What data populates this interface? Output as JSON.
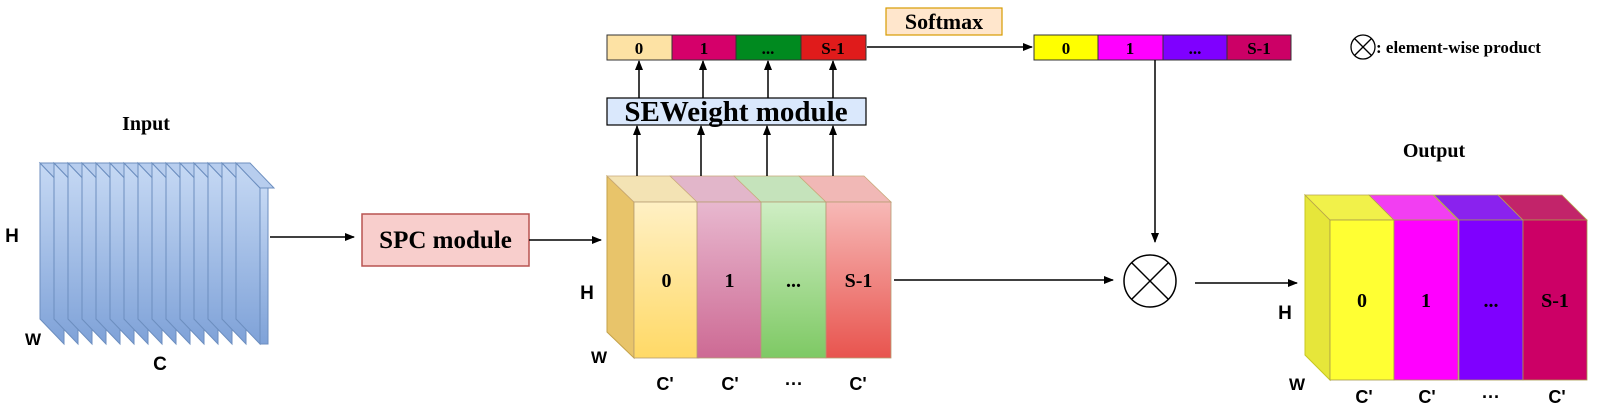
{
  "input": {
    "title": "Input",
    "h_label": "H",
    "w_label": "W",
    "c_label": "C"
  },
  "spc_module": {
    "label": "SPC module"
  },
  "split": {
    "h_label": "H",
    "w_label": "W",
    "groups": [
      {
        "label": "0",
        "c_label": "C'"
      },
      {
        "label": "1",
        "c_label": "C'"
      },
      {
        "label": "...",
        "c_label": "···"
      },
      {
        "label": "S-1",
        "c_label": "C'"
      }
    ]
  },
  "seweight_module": {
    "label": "SEWeight module"
  },
  "weight_vector": {
    "cells": [
      "0",
      "1",
      "...",
      "S-1"
    ]
  },
  "softmax": {
    "label": "Softmax"
  },
  "attention_vector": {
    "cells": [
      "0",
      "1",
      "...",
      "S-1"
    ]
  },
  "legend": {
    "text": ": element-wise product"
  },
  "output": {
    "title": "Output",
    "h_label": "H",
    "w_label": "W",
    "groups": [
      {
        "label": "0",
        "c_label": "C'"
      },
      {
        "label": "1",
        "c_label": "C'"
      },
      {
        "label": "...",
        "c_label": "···"
      },
      {
        "label": "S-1",
        "c_label": "C'"
      }
    ]
  },
  "colors": {
    "input_fill": "#9db9e3",
    "input_stroke": "#6c8ebf",
    "spc_fill": "#f8cecc",
    "spc_stroke": "#b85450",
    "seweight_fill": "#dae8fc",
    "seweight_stroke": "#000000",
    "softmax_fill": "#ffe6cc",
    "softmax_stroke": "#d79b00",
    "weight_cells": [
      "#fde2a4",
      "#d5006a",
      "#008a1f",
      "#e01b1b"
    ],
    "attention_cells": [
      "#ffff00",
      "#ff00ff",
      "#7f00ff",
      "#cc0066"
    ],
    "split_groups": [
      "#ffe08a",
      "#d880a8",
      "#92d27e",
      "#ee6a64"
    ],
    "output_groups": [
      "#ffff33",
      "#ff00ff",
      "#7f00ff",
      "#cc0066"
    ]
  }
}
